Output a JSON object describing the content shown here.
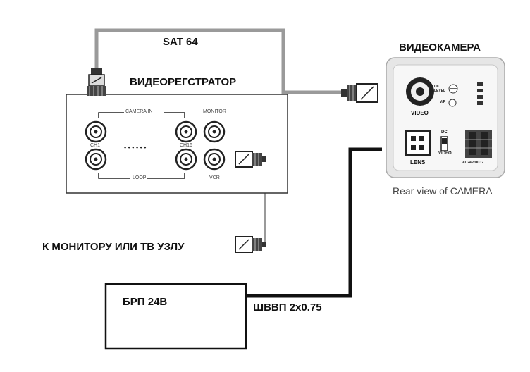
{
  "labels": {
    "sat": "SAT 64",
    "recorder": "ВИДЕОРЕГСТРАТОР",
    "camera_title": "ВИДЕОКАМЕРА",
    "rear_view": "Rear view of CAMERA",
    "monitor_hint": "К МОНИТОРУ ИЛИ ТВ УЗЛУ",
    "power_unit": "БРП 24В",
    "cable": "ШВВП 2х0.75"
  },
  "recorder_panel": {
    "camera_in": "CAMERA IN",
    "monitor": "MONITOR",
    "ch1": "CH1",
    "ch16": "CH16",
    "dots": "• • •   • • •",
    "loop": "LOOP",
    "vcr": "VCR"
  },
  "camera_panel": {
    "video": "VIDEO",
    "dc_level": "DC LEVEL",
    "vp": "V/P",
    "lens": "LENS",
    "dc": "DC",
    "video_small": "VIDEO",
    "power_label": "AC24V/DC12"
  }
}
